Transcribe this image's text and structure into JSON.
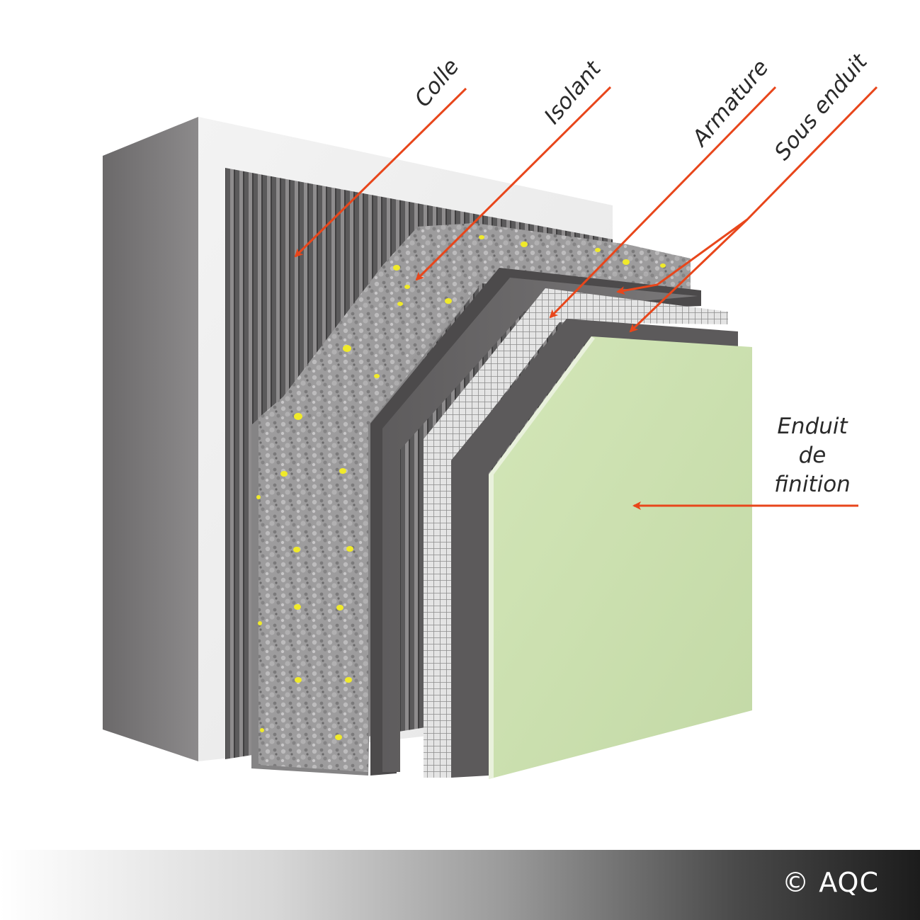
{
  "labels": {
    "colle": "Colle",
    "isolant": "Isolant",
    "armature": "Armature",
    "sous_enduit": "Sous enduit",
    "enduit_line1": "Enduit",
    "enduit_line2": "de",
    "enduit_line3": "finition"
  },
  "footer": {
    "copyright": "© AQC"
  },
  "colors": {
    "arrow": "#e8461b",
    "finish_coat": "#cfe3b4",
    "insulation_dot": "#f0ea2a",
    "base_coat": "#6e6c6d"
  }
}
